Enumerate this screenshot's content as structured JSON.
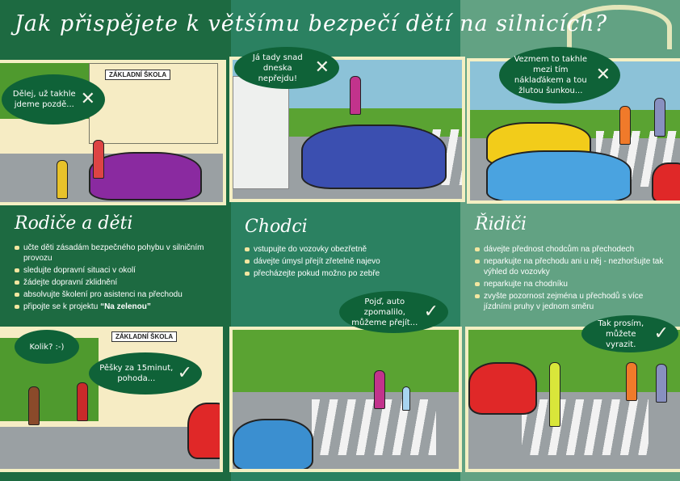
{
  "title": "Jak přispějete k většímu bezpečí dětí na silnicích?",
  "school_sign": "ZÁKLADNÍ ŠKOLA",
  "sections": [
    {
      "heading": "Rodiče a děti",
      "items": [
        "učte děti zásadám bezpečného pohybu v silničním provozu",
        "sledujte dopravní situaci v okolí",
        "žádejte dopravní zklidnění",
        "absolvujte školení pro asistenci na přechodu"
      ],
      "last_item_prefix": "připojte se k projektu ",
      "last_item_bold": "“Na zelenou”"
    },
    {
      "heading": "Chodci",
      "items": [
        "vstupujte do vozovky obezřetně",
        "dávejte úmysl přejít zřetelně najevo",
        "přecházejte pokud možno po zebře"
      ]
    },
    {
      "heading": "Řidiči",
      "items": [
        "dávejte přednost chodcům na přechodech",
        "neparkujte na přechodu ani u něj - nezhoršujte tak výhled do vozovky",
        "neparkujte na chodníku",
        "zvyšte pozornost zejména u přechodů s více jízdními pruhy v jednom směru"
      ]
    }
  ],
  "bubbles": {
    "top_left": "Dělej, už takhle jdeme pozdě...",
    "top_middle": "Já tady snad dneska nepřejdu!",
    "top_right": "Vezmem to takhle mezi tím náklaďákem a tou žlutou šunkou...",
    "bottom_left_a": "Kolik? :-)",
    "bottom_left_b": "Pěšky za 15minut, pohoda...",
    "bottom_middle": "Pojď, auto zpomalilo, můžeme přejít...",
    "bottom_right": "Tak prosím, můžete vyrazit."
  },
  "marks": {
    "wrong": "✕",
    "right": "✓"
  }
}
